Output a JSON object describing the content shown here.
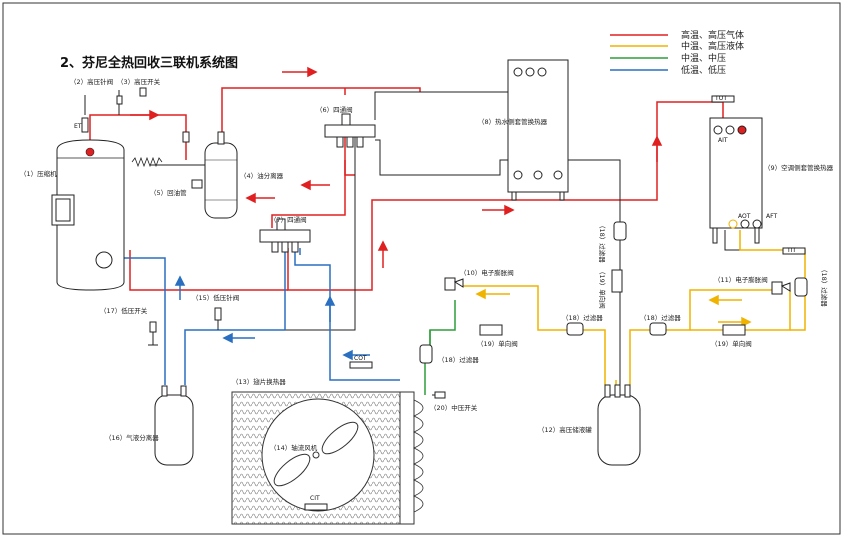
{
  "title": "2、芬尼全热回收三联机系统图",
  "legend": [
    {
      "label": "高温、高压气体",
      "color": "#e02020"
    },
    {
      "label": "中温、高压液体",
      "color": "#f0b400"
    },
    {
      "label": "中温、中压",
      "color": "#2e9e3a"
    },
    {
      "label": "低温、低压",
      "color": "#2a6fc0"
    }
  ],
  "colors": {
    "hot_gas": "#e02020",
    "hot_liquid": "#f0b400",
    "mid": "#2e9e3a",
    "cold": "#2a6fc0",
    "pipe_black": "#222222"
  },
  "components": {
    "c1": "（1）压缩机",
    "c2": "（2）高压针阀",
    "c3": "（3）高压开关",
    "c4": "（4）油分离器",
    "c5": "（5）回油管",
    "c6": "（6）四通阀",
    "c7": "（7）四通阀",
    "c8": "（8）热水侧套管换热器",
    "c9": "（9）空调侧套管换热器",
    "c10": "（10）电子膨胀阀",
    "c11": "（11）电子膨胀阀",
    "c12": "（12）高压储液罐",
    "c13": "（13）翅片换热器",
    "c14": "（14）轴流风机",
    "c15": "（15）低压针阀",
    "c16": "（16）气液分离器",
    "c17": "（17）低压开关",
    "c18": "（18）过滤器",
    "c19": "（19）单向阀",
    "c20": "（20）中压开关",
    "c18v": "（18）过滤器",
    "c19v": "（19）单向阀"
  },
  "sensors": {
    "et": "ET",
    "tot": "TOT",
    "ait": "AIT",
    "aot": "AOT",
    "aft": "AFT",
    "tit": "TIT",
    "cot": "COT",
    "cit": "CIT"
  }
}
